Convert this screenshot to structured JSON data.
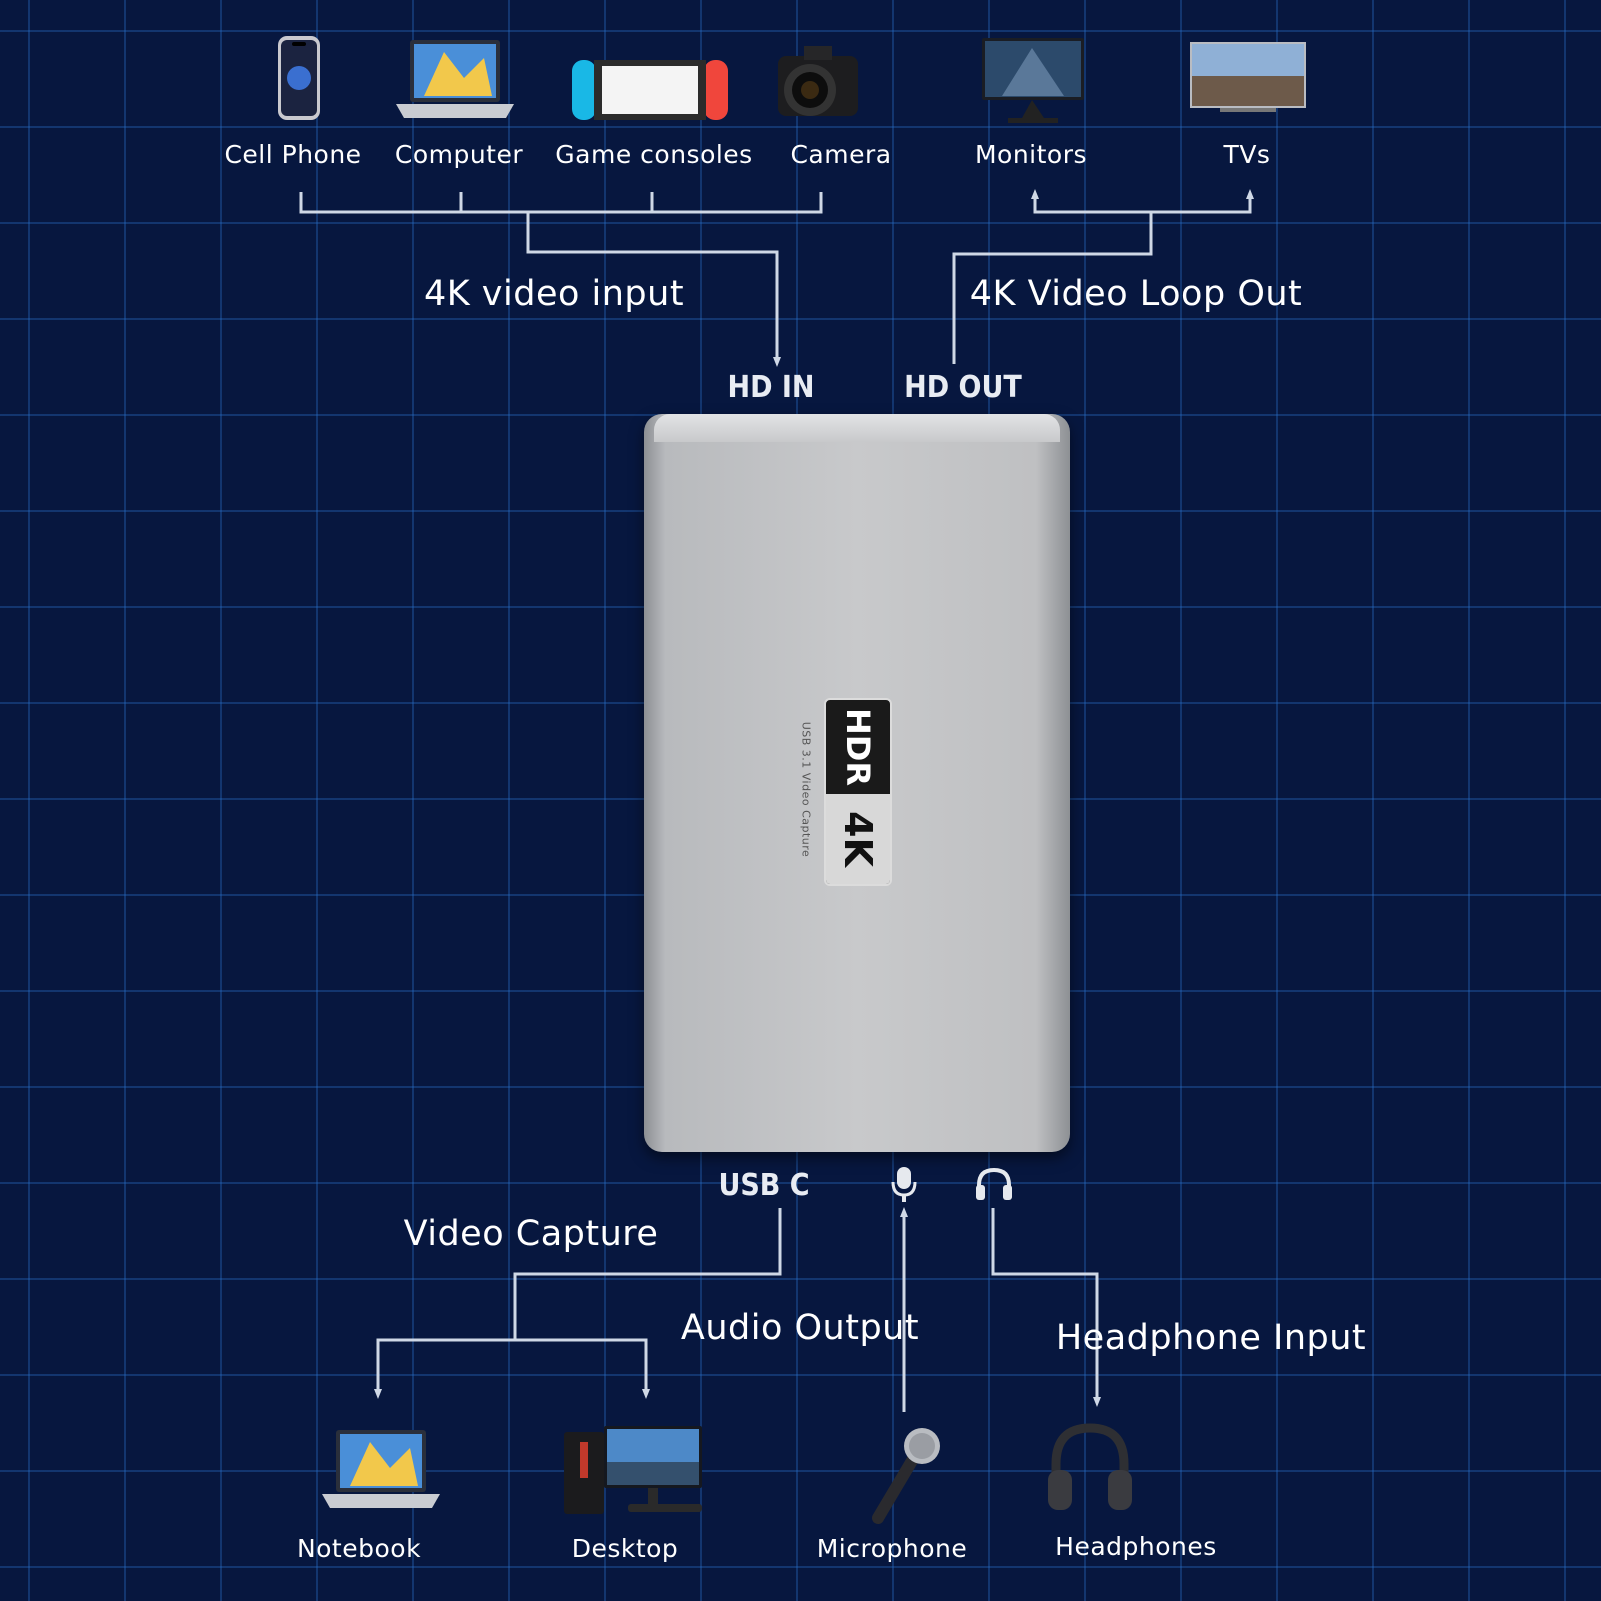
{
  "inputs": {
    "devices": [
      "Cell Phone",
      "Computer",
      "Game consoles",
      "Camera"
    ],
    "section_label": "4K video input"
  },
  "outputs": {
    "devices": [
      "Monitors",
      "TVs"
    ],
    "section_label": "4K Video Loop Out"
  },
  "device": {
    "port_in": "HD IN",
    "port_out": "HD OUT",
    "port_usb": "USB C",
    "badge_top": "HDR",
    "badge_bottom": "4K",
    "subtext": "USB 3.1 Video Capture"
  },
  "bottom": {
    "video_capture_label": "Video Capture",
    "audio_output_label": "Audio Output",
    "headphone_input_label": "Headphone Input",
    "devices": [
      "Notebook",
      "Desktop",
      "Microphone",
      "Headphones"
    ]
  },
  "icons": [
    "cell-phone-icon",
    "computer-icon",
    "game-console-icon",
    "camera-icon",
    "monitor-icon",
    "tv-icon",
    "microphone-port-icon",
    "headphone-port-icon",
    "notebook-icon",
    "desktop-icon",
    "microphone-icon",
    "headphones-icon"
  ],
  "colors": {
    "background": "#07173f",
    "grid": "#2a63b0",
    "wire": "#cfd8e6",
    "device_body": "#c4c5c7"
  }
}
